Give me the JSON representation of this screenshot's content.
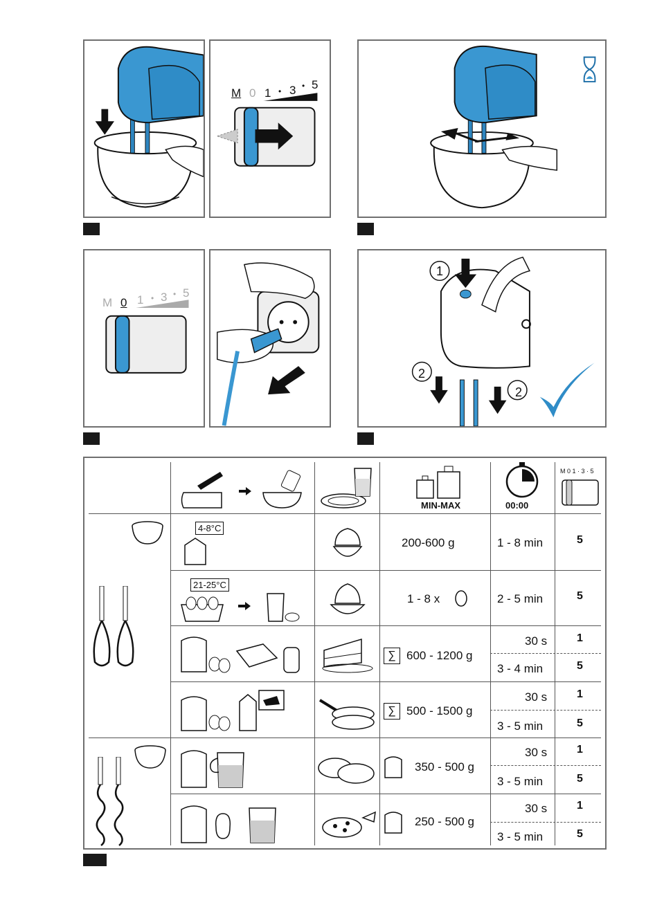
{
  "colors": {
    "accent_blue": "#3a97d1",
    "accent_dark": "#1e6fa8",
    "border": "#6f6f6f",
    "ink": "#111111"
  },
  "scale": {
    "m": "M",
    "zero": "0",
    "one": "1",
    "dot": "•",
    "three": "3",
    "five": "5"
  },
  "markers": {
    "one": "1",
    "two": "2"
  },
  "header": {
    "weight_label": "MIN-MAX",
    "timer_label": "00:00",
    "scale_small": "M 0 1 · 3 · 5"
  },
  "table": {
    "temps": {
      "cold": "4-8°C",
      "room": "21-25°C"
    },
    "sigma": "∑",
    "rows": [
      {
        "qty": "200-600 g",
        "time": "1 - 8 min",
        "speed": "5"
      },
      {
        "qty": "1 - 8 x",
        "time": "2 - 5 min",
        "speed": "5"
      },
      {
        "qty": "600 - 1200 g",
        "time1": "30 s",
        "speed1": "1",
        "time2": "3 - 4 min",
        "speed2": "5"
      },
      {
        "qty": "500 - 1500 g",
        "time1": "30 s",
        "speed1": "1",
        "time2": "3 - 5 min",
        "speed2": "5"
      },
      {
        "qty": "350 - 500 g",
        "time1": "30 s",
        "speed1": "1",
        "time2": "3 - 5 min",
        "speed2": "5"
      },
      {
        "qty": "250 - 500 g",
        "time1": "30 s",
        "speed1": "1",
        "time2": "3 - 5 min",
        "speed2": "5"
      }
    ]
  }
}
